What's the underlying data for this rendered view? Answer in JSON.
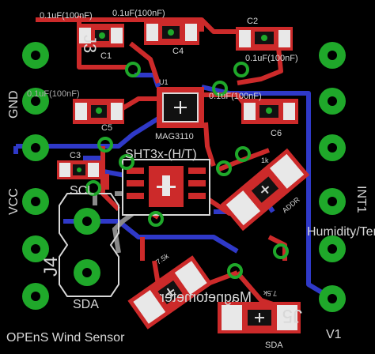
{
  "board": {
    "title": "OPEnS Wind Sensor",
    "colors": {
      "background": "#000000",
      "copper_top": "#cc2a2a",
      "copper_bottom": "#2f39c8",
      "pad_green": "#1fa82a",
      "silk": "#d8d8d8",
      "smd_pad": "#e8e8e8",
      "gray_trace": "#8a8a8a"
    }
  },
  "silkscreen": {
    "left_labels": [
      "GND",
      "VCC"
    ],
    "right_labels": [
      "INT1",
      "V1"
    ],
    "connector_refs": [
      "J3",
      "J4",
      "J5"
    ],
    "i2c_labels": [
      "SCL",
      "SDA",
      "SDA"
    ],
    "ic_labels": [
      "MAG3110",
      "SHT3x-(H/T)",
      "U1"
    ],
    "mirrored_labels": [
      "Humidity/Temp",
      "Magnetometer"
    ],
    "resistor_values": [
      "1k",
      "7.5k",
      "7.5k"
    ],
    "resistor_ref": "ADDR",
    "caps": [
      {
        "ref": "C1",
        "value": "0.1uF(100nF)"
      },
      {
        "ref": "C2",
        "value": "0.1uF(100nF)"
      },
      {
        "ref": "C3",
        "value": ""
      },
      {
        "ref": "C4",
        "value": "0.1uF(100nF)"
      },
      {
        "ref": "C5",
        "value": "0.1uF(100nF)"
      },
      {
        "ref": "C6",
        "value": "0.1uF(100nF)"
      }
    ]
  }
}
